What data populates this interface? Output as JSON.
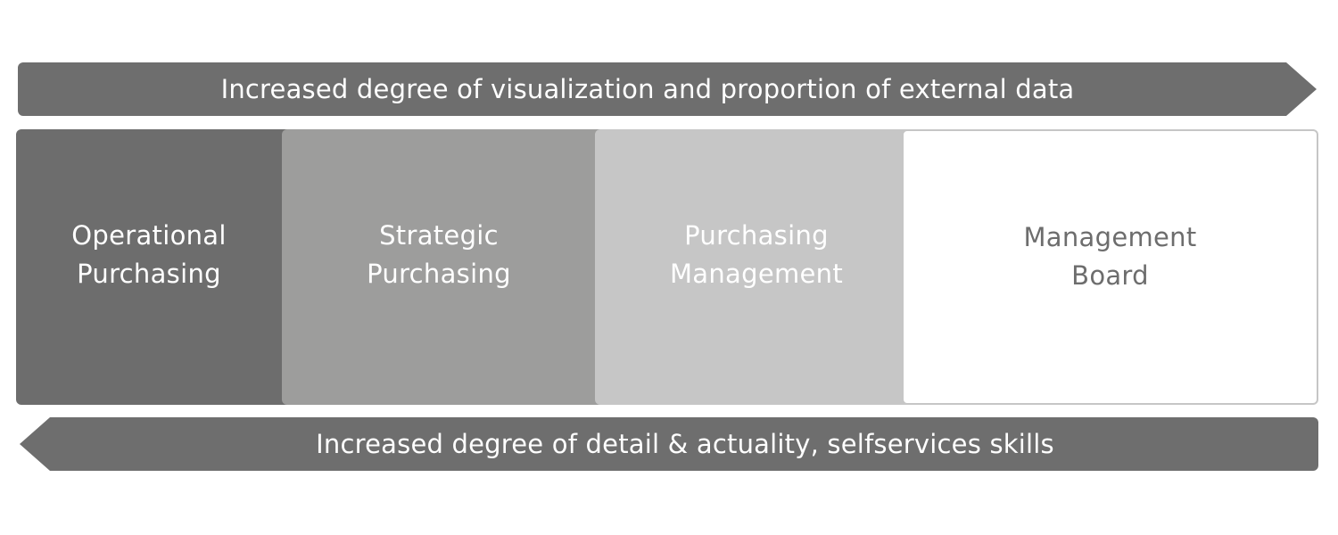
{
  "top_arrow": {
    "label": "Increased degree of visualization and proportion of external data"
  },
  "stages": [
    {
      "label": "Operational\nPurchasing"
    },
    {
      "label": "Strategic\nPurchasing"
    },
    {
      "label": "Purchasing\nManagement"
    },
    {
      "label": "Management\nBoard"
    }
  ],
  "bottom_arrow": {
    "label": "Increased degree of detail & actuality, selfservices skills"
  },
  "colors": {
    "arrow": "#6e6e6e",
    "stage_operational": "#6d6d6d",
    "stage_strategic": "#9d9d9c",
    "stage_management": "#c6c6c6",
    "stage_board": "#ffffff"
  }
}
